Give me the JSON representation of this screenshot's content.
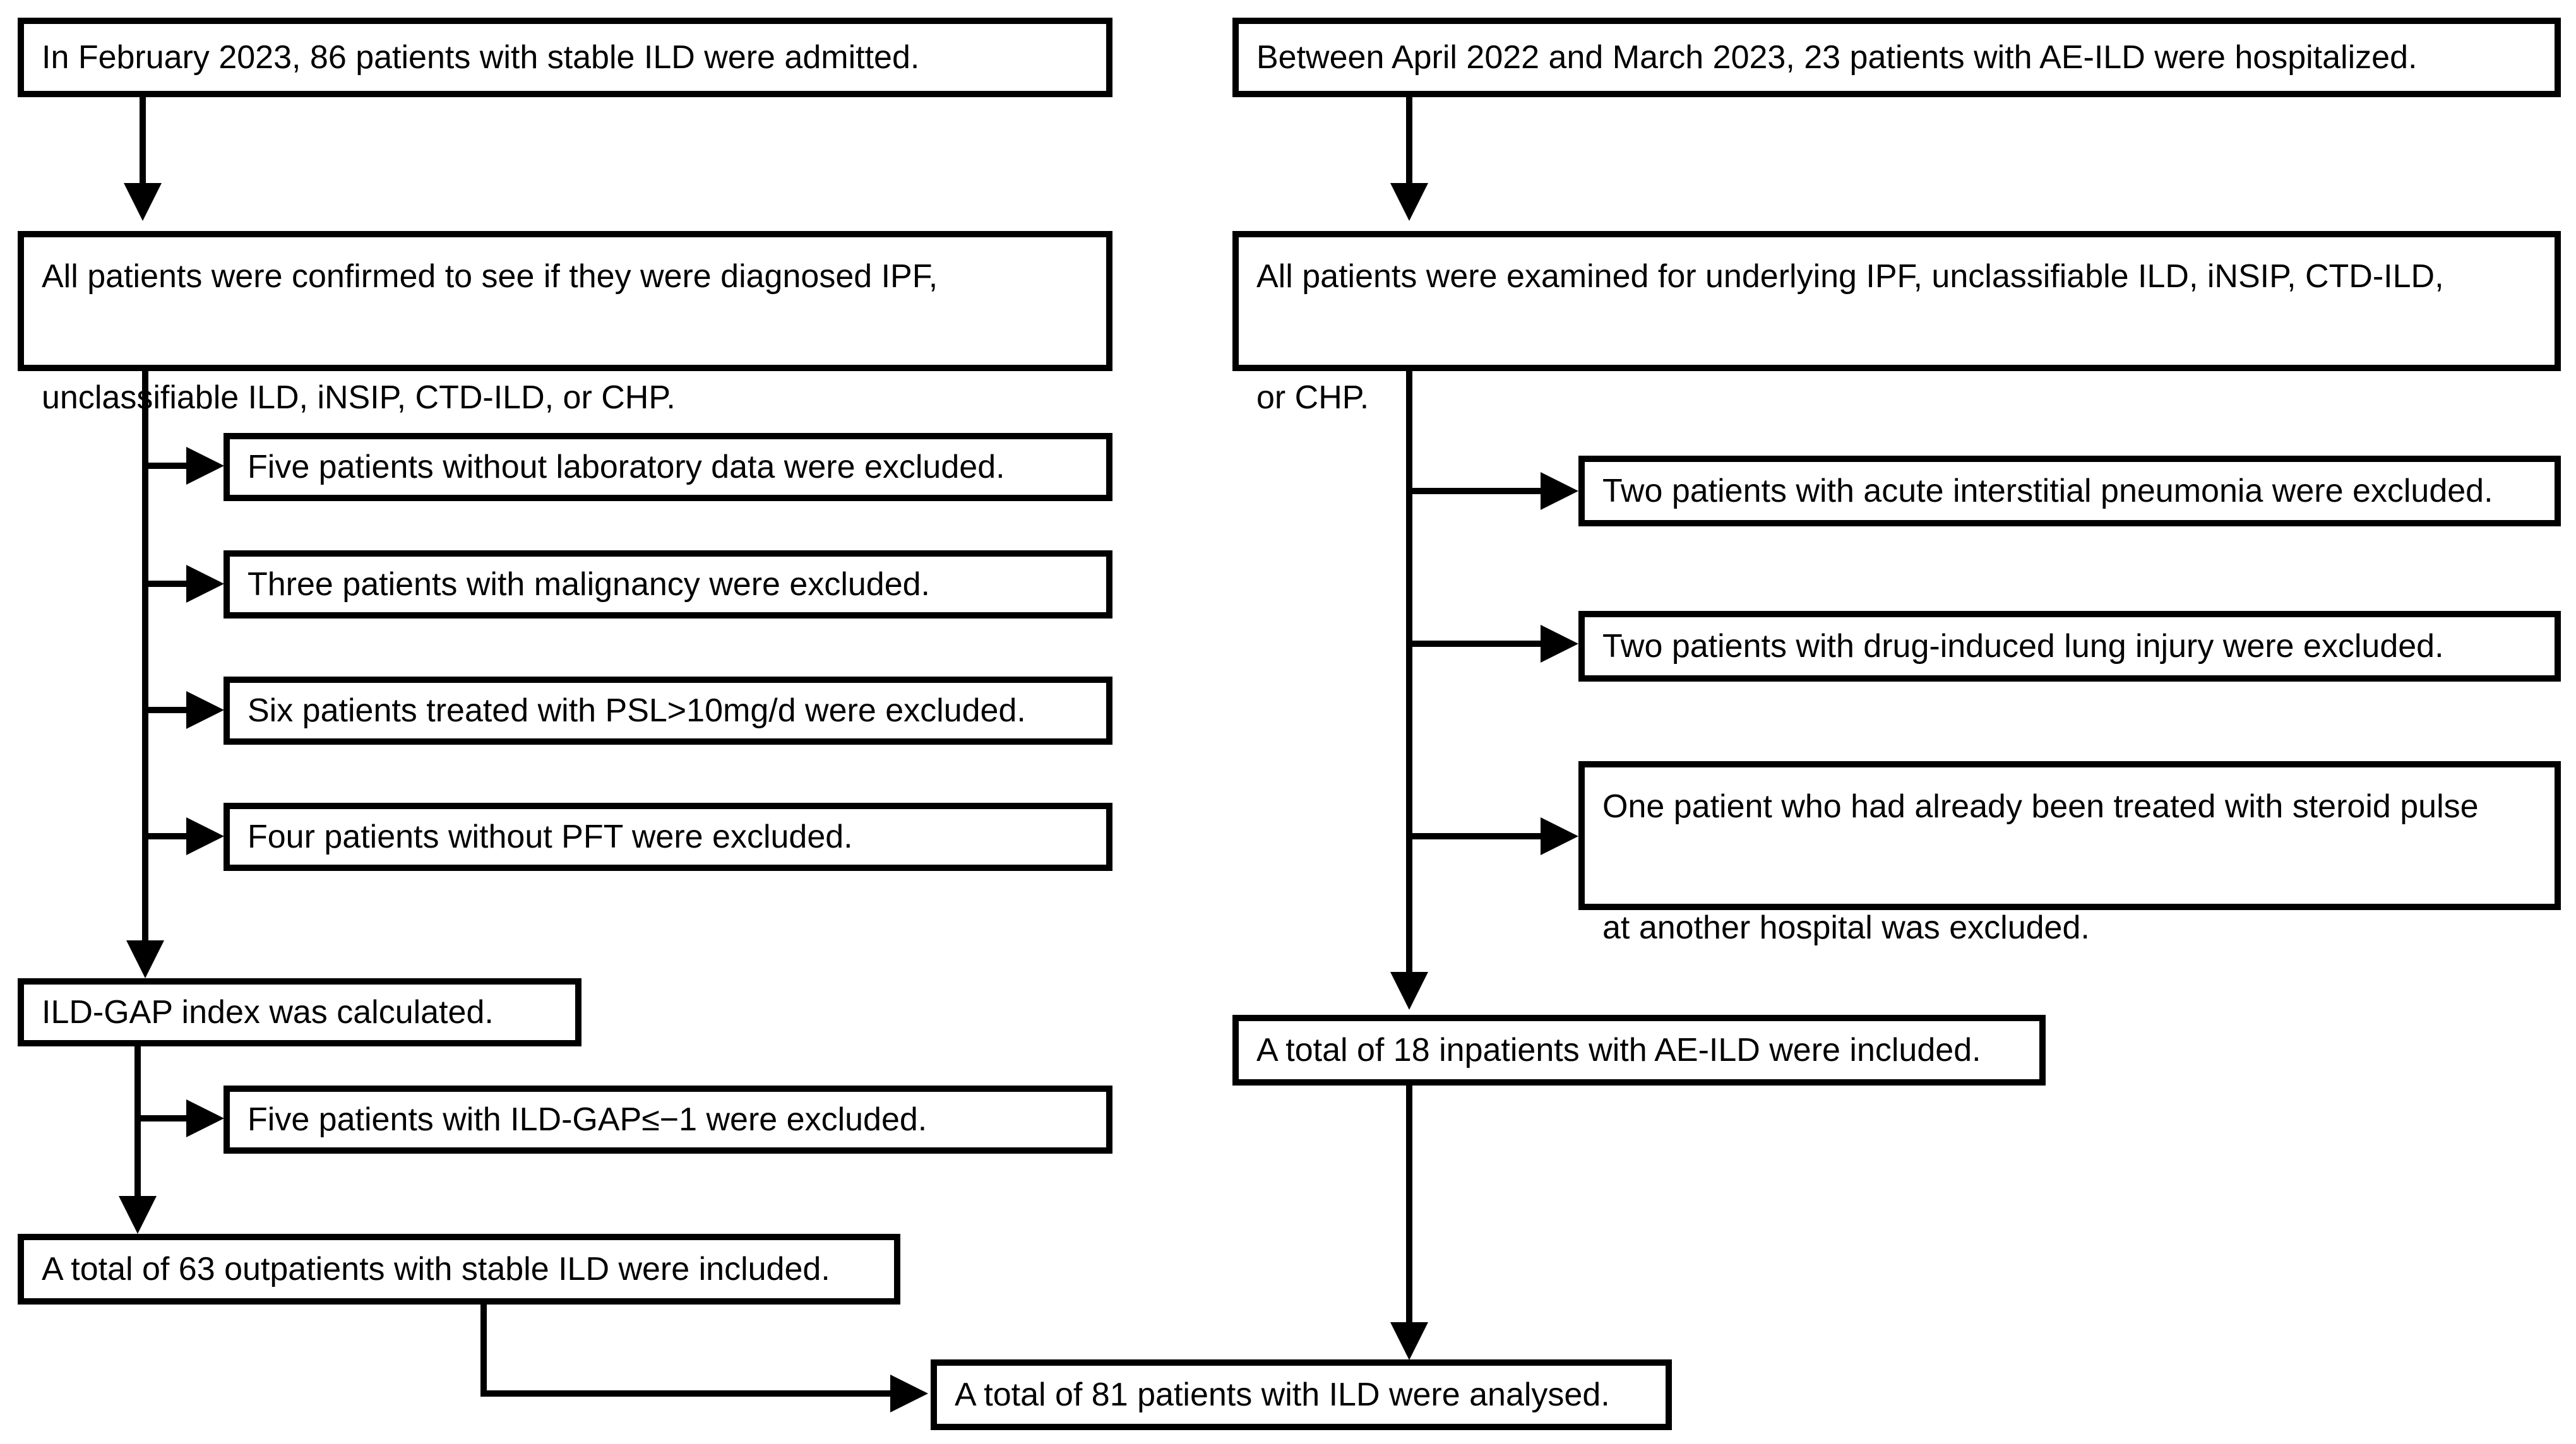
{
  "left": {
    "start": "In February 2023, 86 patients with stable ILD were admitted.",
    "confirm_line1": "All patients were confirmed to see if they were diagnosed IPF,",
    "confirm_line2": "unclassifiable ILD,  iNSIP, CTD-ILD, or CHP.",
    "excl1": "Five patients without laboratory data were excluded.",
    "excl2": "Three patients with malignancy were excluded.",
    "excl3": "Six patients treated with PSL>10mg/d were excluded.",
    "excl4": "Four patients without PFT were excluded.",
    "gap": "ILD-GAP index was calculated.",
    "excl5": "Five patients with ILD-GAP≤−1 were excluded.",
    "total": "A total of 63 outpatients with stable ILD were included."
  },
  "right": {
    "start": "Between April 2022 and March 2023, 23 patients with AE-ILD were hospitalized.",
    "examine_line1": "All patients were examined for underlying IPF, unclassifiable ILD,  iNSIP, CTD-ILD,",
    "examine_line2": "or CHP.",
    "excl1": "Two patients with acute interstitial pneumonia were excluded.",
    "excl2": "Two patients with drug-induced lung injury were excluded.",
    "excl3_line1": "One patient who had already been treated with steroid pulse",
    "excl3_line2": "at another hospital was excluded.",
    "total": "A total of 18 inpatients with AE-ILD were included."
  },
  "final": "A total of 81 patients with ILD were analysed."
}
